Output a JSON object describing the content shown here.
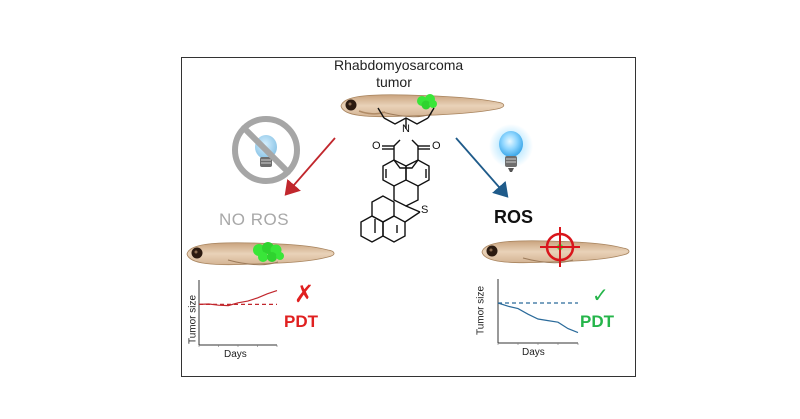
{
  "title_line1": "Rhabdomyosarcoma",
  "title_line2": "tumor",
  "left_outcome": "NO ROS",
  "right_outcome": "ROS",
  "left_therapy": "PDT",
  "right_therapy": "PDT",
  "left_mark": "✗",
  "right_mark": "✓",
  "molecule_atoms": {
    "n": "N",
    "o1": "O",
    "o2": "O",
    "s": "S"
  },
  "icons": [
    "zebrafish-icon",
    "tumor-icon",
    "lightbulb-off-icon",
    "lightbulb-on-icon",
    "crosshair-icon",
    "molecule-structure"
  ],
  "colors": {
    "left_arrow": "#c1272d",
    "right_arrow": "#1f5b8a",
    "tumor": "#39e639",
    "light_glow": "#3ab6ff",
    "no_ros": "#a8a8a8",
    "fail": "#e02020",
    "success": "#25b54a"
  },
  "chart_data": [
    {
      "type": "line",
      "xlabel": "Days",
      "ylabel": "Tumor size",
      "x": [
        0,
        1,
        2,
        3,
        4,
        5,
        6,
        7,
        8
      ],
      "series": [
        {
          "values": [
            5,
            5.05,
            4.9,
            4.85,
            5.2,
            5.4,
            5.8,
            6.3,
            6.7
          ]
        },
        {
          "values": [
            5,
            5,
            5,
            5,
            5,
            5,
            5,
            5,
            5
          ],
          "style": "dashed"
        }
      ],
      "xlim": [
        0,
        8
      ],
      "ylim": [
        0,
        8
      ]
    },
    {
      "type": "line",
      "xlabel": "Days",
      "ylabel": "Tumor size",
      "x": [
        0,
        1,
        2,
        3,
        4,
        5,
        6,
        7,
        8
      ],
      "series": [
        {
          "values": [
            5,
            4.6,
            4.3,
            3.6,
            3.0,
            2.8,
            2.6,
            1.8,
            1.3
          ]
        },
        {
          "values": [
            5,
            5,
            5,
            5,
            5,
            5,
            5,
            5,
            5
          ],
          "style": "dashed"
        }
      ],
      "xlim": [
        0,
        8
      ],
      "ylim": [
        0,
        8
      ]
    }
  ]
}
